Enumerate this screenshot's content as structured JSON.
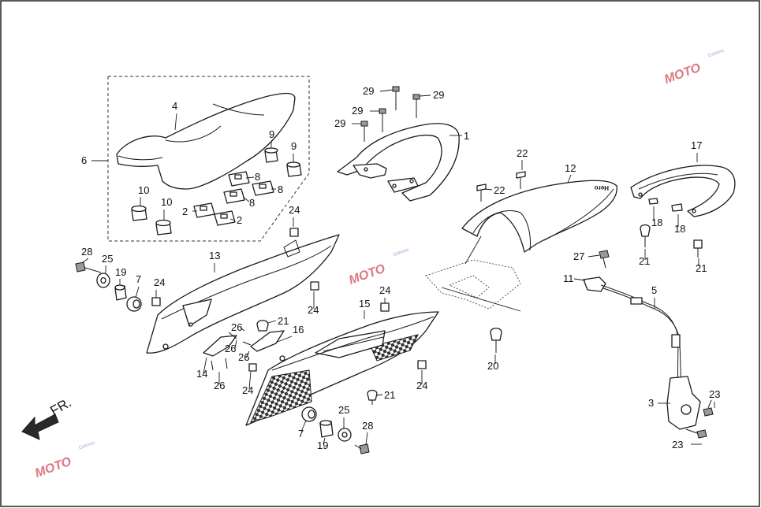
{
  "arrow_label": "FR.",
  "watermark": {
    "text": "MOTO",
    "sub": "Oshimo",
    "color": "#d24a5a"
  },
  "brand_text": "Hero",
  "callouts": [
    {
      "id": "c-1",
      "label": "1"
    },
    {
      "id": "c-2a",
      "label": "2"
    },
    {
      "id": "c-2b",
      "label": "2"
    },
    {
      "id": "c-3",
      "label": "3"
    },
    {
      "id": "c-4",
      "label": "4"
    },
    {
      "id": "c-5",
      "label": "5"
    },
    {
      "id": "c-6",
      "label": "6"
    },
    {
      "id": "c-7a",
      "label": "7"
    },
    {
      "id": "c-7b",
      "label": "7"
    },
    {
      "id": "c-8a",
      "label": "8"
    },
    {
      "id": "c-8b",
      "label": "8"
    },
    {
      "id": "c-8c",
      "label": "8"
    },
    {
      "id": "c-9a",
      "label": "9"
    },
    {
      "id": "c-9b",
      "label": "9"
    },
    {
      "id": "c-10a",
      "label": "10"
    },
    {
      "id": "c-10b",
      "label": "10"
    },
    {
      "id": "c-11",
      "label": "11"
    },
    {
      "id": "c-12",
      "label": "12"
    },
    {
      "id": "c-13",
      "label": "13"
    },
    {
      "id": "c-14",
      "label": "14"
    },
    {
      "id": "c-15",
      "label": "15"
    },
    {
      "id": "c-16",
      "label": "16"
    },
    {
      "id": "c-17",
      "label": "17"
    },
    {
      "id": "c-18a",
      "label": "18"
    },
    {
      "id": "c-18b",
      "label": "18"
    },
    {
      "id": "c-19a",
      "label": "19"
    },
    {
      "id": "c-19b",
      "label": "19"
    },
    {
      "id": "c-20",
      "label": "20"
    },
    {
      "id": "c-21a",
      "label": "21"
    },
    {
      "id": "c-21b",
      "label": "21"
    },
    {
      "id": "c-21c",
      "label": "21"
    },
    {
      "id": "c-21d",
      "label": "21"
    },
    {
      "id": "c-22a",
      "label": "22"
    },
    {
      "id": "c-22b",
      "label": "22"
    },
    {
      "id": "c-23a",
      "label": "23"
    },
    {
      "id": "c-23b",
      "label": "23"
    },
    {
      "id": "c-24a",
      "label": "24"
    },
    {
      "id": "c-24b",
      "label": "24"
    },
    {
      "id": "c-24c",
      "label": "24"
    },
    {
      "id": "c-24d",
      "label": "24"
    },
    {
      "id": "c-24e",
      "label": "24"
    },
    {
      "id": "c-24f",
      "label": "24"
    },
    {
      "id": "c-25a",
      "label": "25"
    },
    {
      "id": "c-25b",
      "label": "25"
    },
    {
      "id": "c-26a",
      "label": "26"
    },
    {
      "id": "c-26b",
      "label": "26"
    },
    {
      "id": "c-26c",
      "label": "26"
    },
    {
      "id": "c-26d",
      "label": "26"
    },
    {
      "id": "c-27",
      "label": "27"
    },
    {
      "id": "c-28a",
      "label": "28"
    },
    {
      "id": "c-28b",
      "label": "28"
    },
    {
      "id": "c-29a",
      "label": "29"
    },
    {
      "id": "c-29b",
      "label": "29"
    },
    {
      "id": "c-29c",
      "label": "29"
    },
    {
      "id": "c-29d",
      "label": "29"
    }
  ]
}
